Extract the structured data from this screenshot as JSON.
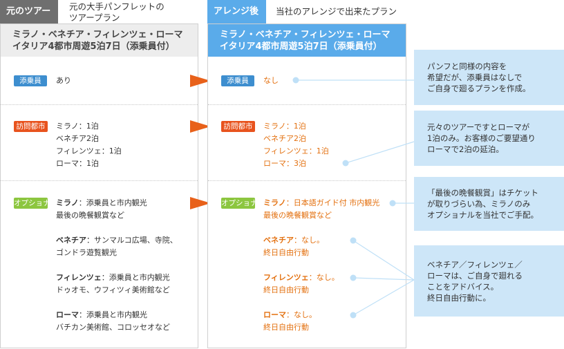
{
  "header": {
    "left_tag": "元のツアー",
    "left_desc": [
      "元の大手パンフレットの",
      "ツアープラン"
    ],
    "right_tag": "アレンジ後",
    "right_desc": "当社のアレンジで出来たプラン"
  },
  "tour_title": [
    "ミラノ・ベネチア・フィレンツェ・ローマ",
    "イタリア4都市周遊5泊7日（添乗員付）"
  ],
  "badges": {
    "guide": "添乗員",
    "cities": "訪問都市",
    "optional": "オプショナル"
  },
  "original": {
    "guide": "あり",
    "cities": [
      "ミラノ：1泊",
      "ベネチア2泊",
      "フィレンツェ：1泊",
      "ローマ：1泊"
    ],
    "optional": [
      {
        "city": "ミラノ",
        "lines": [
          "：添乗員と市内観光",
          "最後の晩餐観賞など"
        ]
      },
      {
        "city": "ベネチア",
        "lines": [
          "：サンマルコ広場、寺院、",
          "ゴンドラ遊覧観光"
        ]
      },
      {
        "city": "フィレンツェ",
        "lines": [
          "：添乗員と市内観光",
          "ドゥオモ、ウフィツィ美術館など"
        ]
      },
      {
        "city": "ローマ",
        "lines": [
          "：添乗員と市内観光",
          "バチカン美術館、コロッセオなど"
        ]
      }
    ]
  },
  "arranged": {
    "guide": "なし",
    "cities": [
      "ミラノ：1泊",
      "ベネチア2泊",
      "フィレンツェ：1泊",
      "ローマ：3泊"
    ],
    "optional": [
      {
        "city": "ミラノ",
        "lines": [
          "：日本語ガイド付 市内観光",
          "最後の晩餐観賞など"
        ]
      },
      {
        "city": "ベネチア",
        "lines": [
          "：なし。",
          "終日自由行動"
        ]
      },
      {
        "city": "フィレンツェ",
        "lines": [
          "：なし。",
          "終日自由行動"
        ]
      },
      {
        "city": "ローマ",
        "lines": [
          "：なし。",
          "終日自由行動"
        ]
      }
    ]
  },
  "notes": [
    [
      "パンフと同様の内容を",
      "希望だが、添乗員はなしで",
      "ご自身で廻るプランを作成。"
    ],
    [
      "元々のツアーですとローマが",
      "1泊のみ。お客様のご要望通り",
      "ローマで2泊の延泊。"
    ],
    [
      "「最後の晩餐観賞」はチケット",
      "が取りづらい為、ミラノのみ",
      "オプショナルを当社でご手配。"
    ],
    [
      "ベネチア／フィレンツェ／",
      "ローマは、ご自身で廻れる",
      "ことをアドバイス。",
      "終日自由行動に。"
    ]
  ],
  "colors": {
    "accent_blue": "#5aabea",
    "arrow_orange": "#e8611a",
    "arranged_text": "#e3700f",
    "note_bg": "#cde6f8",
    "badge_guide": "#3d8ecf",
    "badge_cities": "#e8531e",
    "badge_optional": "#8cc63f"
  }
}
